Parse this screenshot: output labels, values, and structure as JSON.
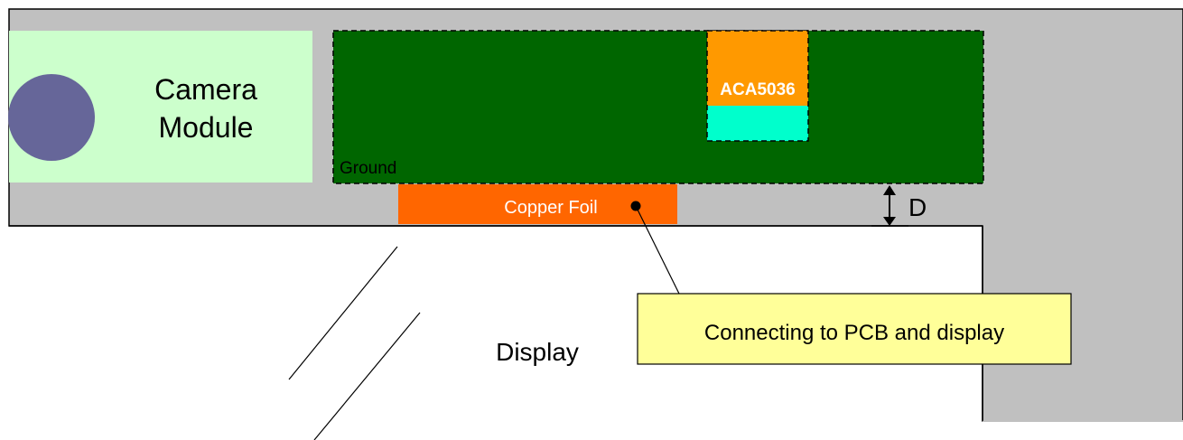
{
  "labels": {
    "camera_line1": "Camera",
    "camera_line2": "Module",
    "ground": "Ground",
    "chip": "ACA5036",
    "copper_foil": "Copper Foil",
    "distance": "D",
    "callout": "Connecting to PCB and display",
    "display": "Display"
  },
  "colors": {
    "housing": "#c0c0c0",
    "camera_module": "#ccffcc",
    "camera_lens": "#666699",
    "ground_plane": "#006600",
    "chip_top": "#ff9900",
    "chip_bottom": "#00ffcc",
    "copper_foil": "#ff6600",
    "callout_fill": "#ffff99"
  }
}
